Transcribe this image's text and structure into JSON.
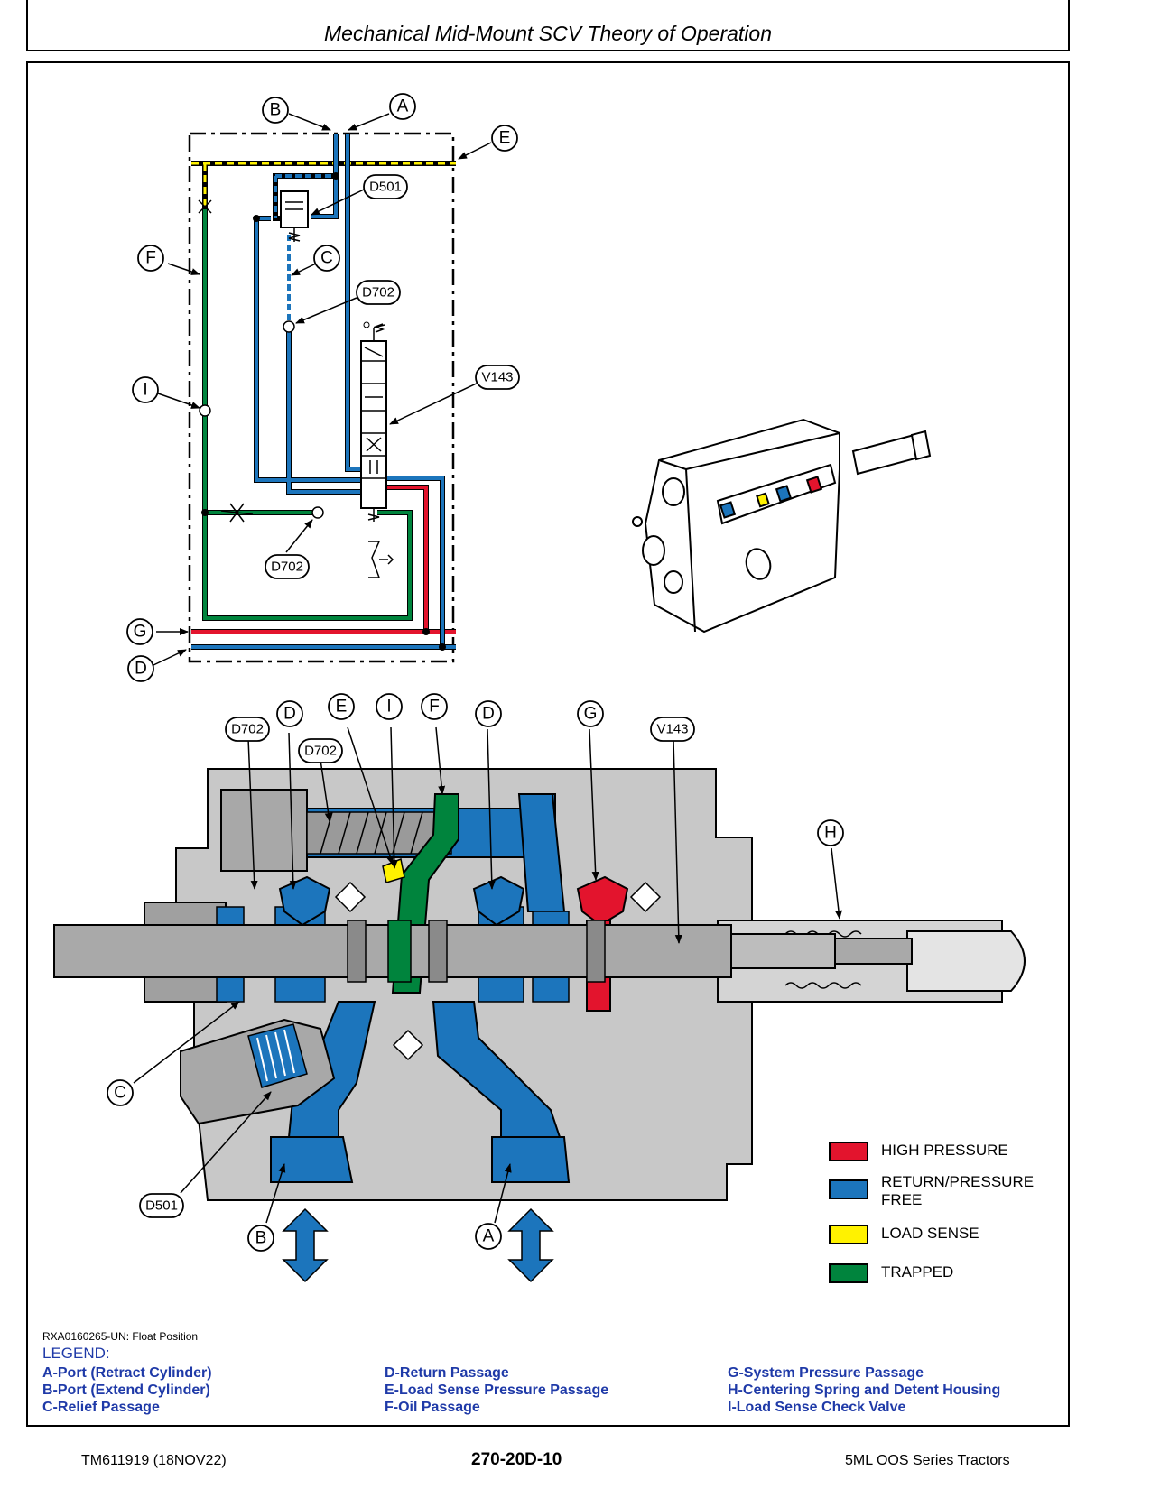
{
  "header": {
    "title": "Mechanical Mid-Mount SCV Theory of Operation"
  },
  "schematic_labels": {
    "b": "B",
    "a": "A",
    "e": "E",
    "d501": "D501",
    "f": "F",
    "c": "C",
    "d702_top": "D702",
    "v143": "V143",
    "i": "I",
    "d702_bottom": "D702",
    "g": "G",
    "d": "D"
  },
  "section_labels": {
    "d702_left": "D702",
    "d_left": "D",
    "d702_mid": "D702",
    "e": "E",
    "i": "I",
    "f": "F",
    "d_right": "D",
    "g": "G",
    "v143": "V143",
    "h": "H",
    "c": "C",
    "d501": "D501",
    "b": "B",
    "a": "A"
  },
  "color_key": [
    {
      "label": "HIGH PRESSURE",
      "color": "#e3142d"
    },
    {
      "label": "RETURN/PRESSURE",
      "label2": "FREE",
      "color": "#1c75bc"
    },
    {
      "label": "LOAD SENSE",
      "color": "#fff200"
    },
    {
      "label": "TRAPPED",
      "color": "#00843d"
    }
  ],
  "caption": "RXA0160265-UN: Float Position",
  "legend": {
    "heading": "LEGEND:",
    "col1": [
      "A-Port (Retract Cylinder)",
      "B-Port (Extend Cylinder)",
      "C-Relief Passage"
    ],
    "col2": [
      "D-Return Passage",
      "E-Load Sense Pressure Passage",
      "F-Oil Passage"
    ],
    "col3": [
      "G-System Pressure Passage",
      "H-Centering Spring and Detent Housing",
      "I-Load Sense Check Valve"
    ]
  },
  "footer": {
    "left": "TM611919 (18NOV22)",
    "center": "270-20D-10",
    "right": "5ML OOS Series Tractors"
  },
  "colors": {
    "high_pressure": "#e3142d",
    "return": "#1c75bc",
    "load_sense": "#fff200",
    "trapped": "#00843d",
    "housing": "#c8c8c8"
  }
}
